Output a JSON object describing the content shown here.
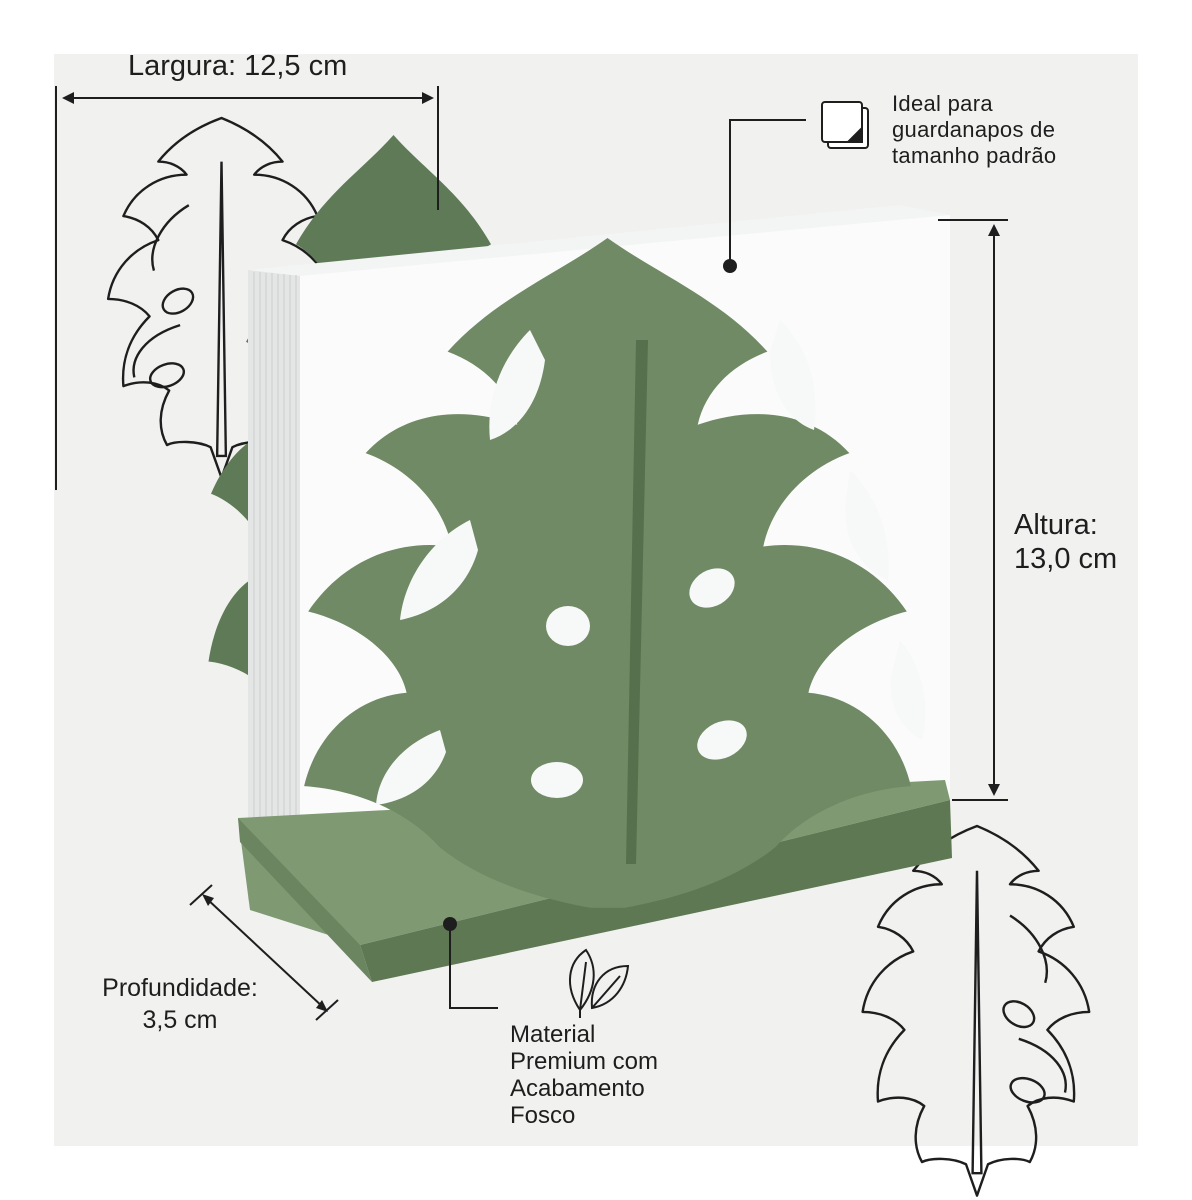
{
  "labels": {
    "width": "Largura: 12,5 cm",
    "napkin": [
      "Ideal para",
      "guardanapos de",
      "tamanho padrão"
    ],
    "height": [
      "Altura:",
      "13,0 cm"
    ],
    "depth": [
      "Profundidade:",
      "3,5 cm"
    ],
    "material": [
      "Material",
      "Premium com",
      "Acabamento",
      "Fosco"
    ]
  },
  "icons": {
    "napkin": "napkin-stack-icon",
    "material": "leaves-icon"
  },
  "colors": {
    "leaf": "#6f8a64",
    "leaf_dark": "#5d7753",
    "leaf_light": "#7d9870",
    "napkin": "#fbfbfb",
    "napkin_shadow": "#e4e6e6",
    "panel": "#f1f1f0",
    "ink": "#1e1e1e"
  }
}
